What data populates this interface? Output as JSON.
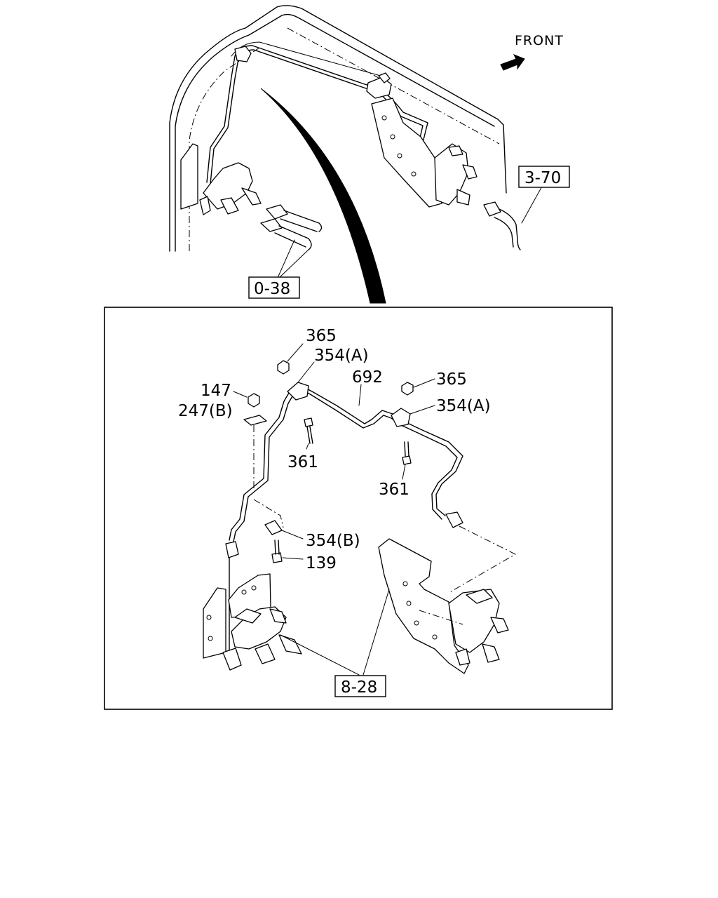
{
  "direction": {
    "label": "FRONT"
  },
  "references": {
    "r_3_70": "3-70",
    "r_0_38": "0-38",
    "r_8_28": "8-28"
  },
  "callouts": {
    "c365a": "365",
    "c354a1": "354(A)",
    "c692": "692",
    "c365b": "365",
    "c354a2": "354(A)",
    "c147": "147",
    "c247b": "247(B)",
    "c361a": "361",
    "c361b": "361",
    "c354b": "354(B)",
    "c139": "139"
  }
}
